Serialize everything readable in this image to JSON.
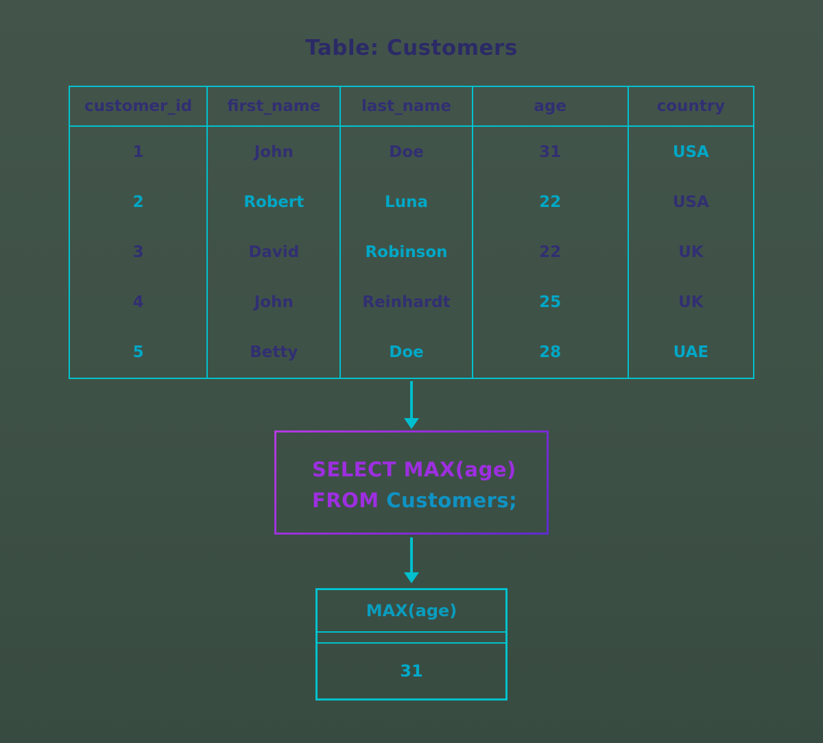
{
  "title": "Table: Customers",
  "table": {
    "headers": [
      "customer_id",
      "first_name",
      "last_name",
      "age",
      "country"
    ],
    "rows": [
      [
        "1",
        "John",
        "Doe",
        "31",
        "USA"
      ],
      [
        "2",
        "Robert",
        "Luna",
        "22",
        "USA"
      ],
      [
        "3",
        "David",
        "Robinson",
        "22",
        "UK"
      ],
      [
        "4",
        "John",
        "Reinhardt",
        "25",
        "UK"
      ],
      [
        "5",
        "Betty",
        "Doe",
        "28",
        "UAE"
      ]
    ]
  },
  "query": {
    "line1": "SELECT MAX(age)",
    "line2_keyword": "FROM",
    "line2_value": " Customers;"
  },
  "result": {
    "header": "MAX(age)",
    "value": "31"
  },
  "colors": {
    "background_green": "#3e5146",
    "border_cyan": "#00c2cf",
    "text_navy": "#312f72",
    "text_cyan": "#00a7c6",
    "query_purple": "#9d2fe0",
    "query_teal": "#0f93c4",
    "title_navy": "#2b2a66"
  }
}
